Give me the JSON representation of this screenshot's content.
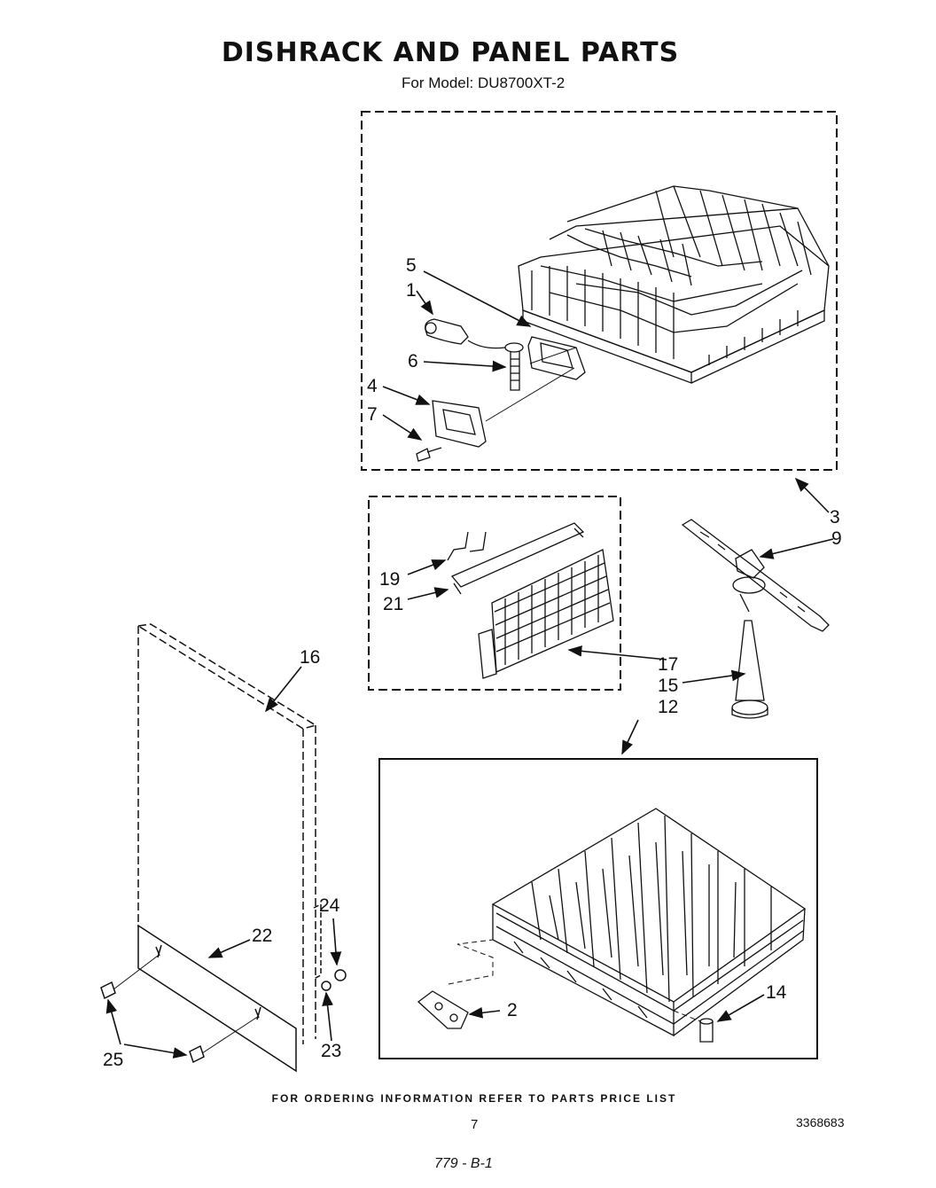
{
  "title": "DISHRACK AND PANEL PARTS",
  "subtitle": "For Model: DU8700XT-2",
  "footer": "FOR ORDERING INFORMATION REFER TO PARTS PRICE LIST",
  "page_number": "7",
  "document_number": "3368683",
  "handwritten_note": "779 - B-1",
  "callouts": {
    "c1": "1",
    "c2": "2",
    "c3": "3",
    "c4": "4",
    "c5": "5",
    "c6": "6",
    "c7": "7",
    "c9": "9",
    "c12": "12",
    "c14": "14",
    "c15": "15",
    "c16": "16",
    "c17": "17",
    "c19": "19",
    "c21": "21",
    "c22": "22",
    "c23": "23",
    "c24": "24",
    "c25": "25"
  }
}
